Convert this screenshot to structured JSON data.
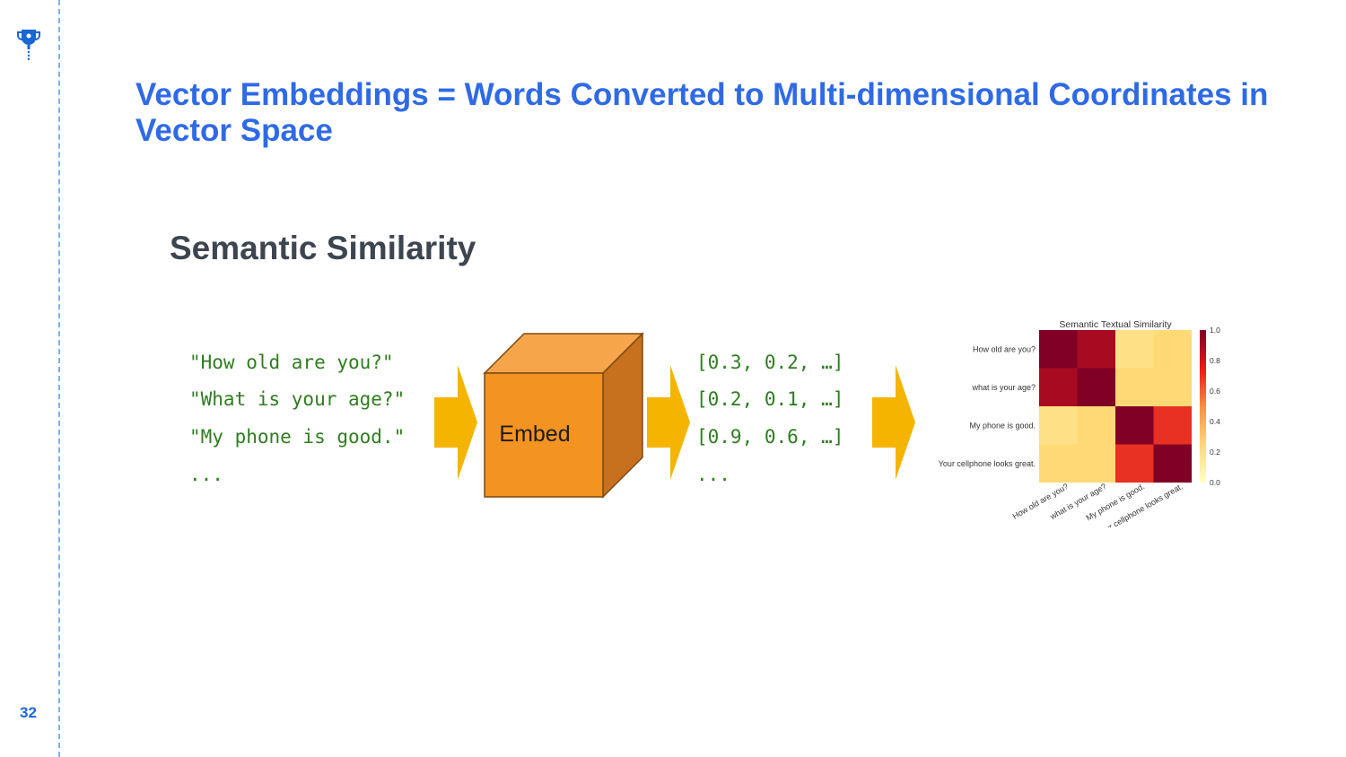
{
  "slide": {
    "title": "Vector Embeddings = Words Converted to Multi-dimensional Coordinates in Vector Space",
    "page_number": "32"
  },
  "diagram": {
    "heading": "Semantic Similarity",
    "inputs": [
      "\"How old are you?\"",
      "\"What is your age?\"",
      "\"My phone is good.\"",
      "..."
    ],
    "embed_label": "Embed",
    "vectors": [
      "[0.3, 0.2, …]",
      "[0.2, 0.1, …]",
      "[0.9, 0.6, …]",
      "..."
    ],
    "colors": {
      "text_green": "#2f7d20",
      "arrow": "#f4b400",
      "cube_front": "#f39322",
      "cube_top": "#f6a54b",
      "cube_side": "#c7701e",
      "title_blue": "#2f6ae6"
    }
  },
  "chart_data": {
    "type": "heatmap",
    "title": "Semantic Textual Similarity",
    "rows": [
      "How old are you?",
      "what is your age?",
      "My phone is good.",
      "Your cellphone looks great."
    ],
    "columns": [
      "How old are you?",
      "what is your age?",
      "My phone is good.",
      "Your cellphone looks great."
    ],
    "values": [
      [
        1.0,
        0.9,
        0.2,
        0.25
      ],
      [
        0.9,
        1.0,
        0.25,
        0.25
      ],
      [
        0.2,
        0.25,
        1.0,
        0.7
      ],
      [
        0.25,
        0.25,
        0.7,
        1.0
      ]
    ],
    "colorbar": {
      "ticks": [
        "1.0",
        "0.8",
        "0.6",
        "0.4",
        "0.2",
        "0.0"
      ],
      "range": [
        0,
        1
      ],
      "colormap": "YlOrRd"
    }
  }
}
